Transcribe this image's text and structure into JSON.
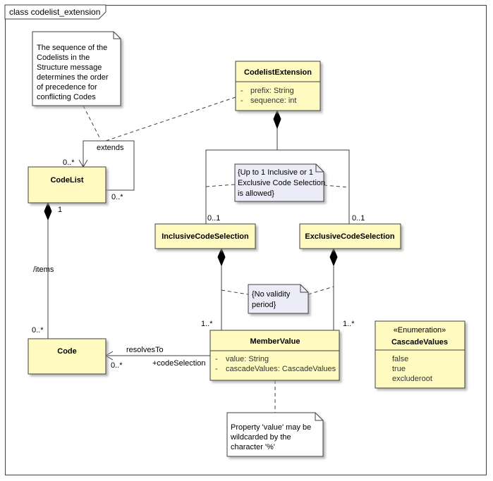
{
  "frame": {
    "title": "class codelist_extension"
  },
  "classes": {
    "codelist_extension": {
      "name": "CodelistExtension",
      "attrs": [
        "prefix: String",
        "sequence: int"
      ]
    },
    "codelist": {
      "name": "CodeList"
    },
    "code": {
      "name": "Code"
    },
    "inclusive": {
      "name": "InclusiveCodeSelection"
    },
    "exclusive": {
      "name": "ExclusiveCodeSelection"
    },
    "member_value": {
      "name": "MemberValue",
      "attrs": [
        "value: String",
        "cascadeValues: CascadeValues"
      ]
    },
    "cascade_values": {
      "stereotype": "«Enumeration»",
      "name": "CascadeValues",
      "literals": [
        "false",
        "true",
        "excluderoot"
      ]
    }
  },
  "notes": {
    "sequence": [
      "The sequence of the",
      "Codelists in the",
      "Structure message",
      "determines the order",
      "of precedence for",
      "conflicting Codes"
    ],
    "selection": [
      "{Up to 1 Inclusive or 1",
      "Exclusive Code Selection",
      "is allowed}"
    ],
    "validity": [
      "{No validity",
      "period}"
    ],
    "wildcard": [
      "Property 'value' may be",
      "wildcarded by the",
      "character '%'"
    ]
  },
  "labels": {
    "extends": "extends",
    "codelist_self_top": "0..*",
    "codelist_self_bottom": "0..*",
    "codelist_one": "1",
    "items": "/items",
    "code_many": "0..*",
    "incl_mult": "0..1",
    "excl_mult": "0..1",
    "mv_left_mult": "1..*",
    "mv_right_mult": "1..*",
    "resolves_to": "resolvesTo",
    "code_sel_mult": "0..*",
    "code_selection": "+codeSelection",
    "attr_bullet": "-"
  },
  "colors": {
    "class_fill": "#fffac0",
    "note_fill": "#ffffff",
    "constraint_fill": "#ececf8",
    "line": "#404040",
    "shadow": "#b8b8b8"
  }
}
